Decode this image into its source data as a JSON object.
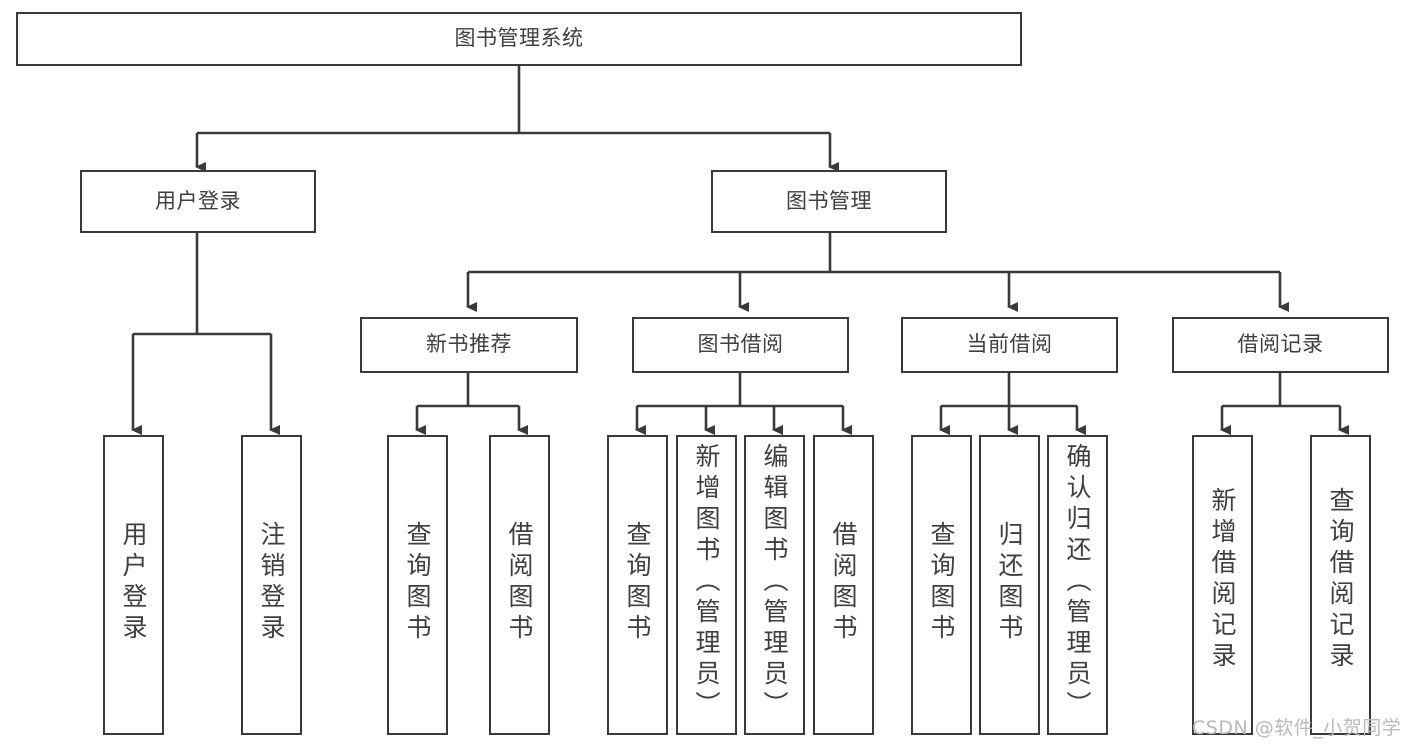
{
  "diagram": {
    "title": "图书管理系统",
    "type": "tree",
    "root": {
      "label": "图书管理系统"
    },
    "level2": [
      {
        "label": "用户登录"
      },
      {
        "label": "图书管理"
      }
    ],
    "level3": [
      {
        "label": "新书推荐"
      },
      {
        "label": "图书借阅"
      },
      {
        "label": "当前借阅"
      },
      {
        "label": "借阅记录"
      }
    ],
    "leaves": {
      "user_login": [
        {
          "label": "用户登录"
        },
        {
          "label": "注销登录"
        }
      ],
      "new_book_recommend": [
        {
          "label": "查询图书"
        },
        {
          "label": "借阅图书"
        }
      ],
      "book_borrow": [
        {
          "label": "查询图书"
        },
        {
          "label": "新增图书（管理员）"
        },
        {
          "label": "编辑图书（管理员）"
        },
        {
          "label": "借阅图书"
        }
      ],
      "current_borrow": [
        {
          "label": "查询图书"
        },
        {
          "label": "归还图书"
        },
        {
          "label": "确认归还（管理员）"
        }
      ],
      "borrow_record": [
        {
          "label": "新增借阅记录"
        },
        {
          "label": "查询借阅记录"
        }
      ]
    }
  },
  "watermark": {
    "text": "CSDN @软件_小贺同学"
  },
  "colors": {
    "border": "#3a3a3a",
    "text": "#3f3f3f",
    "background": "#ffffff",
    "watermark": "#b9b9b9"
  }
}
